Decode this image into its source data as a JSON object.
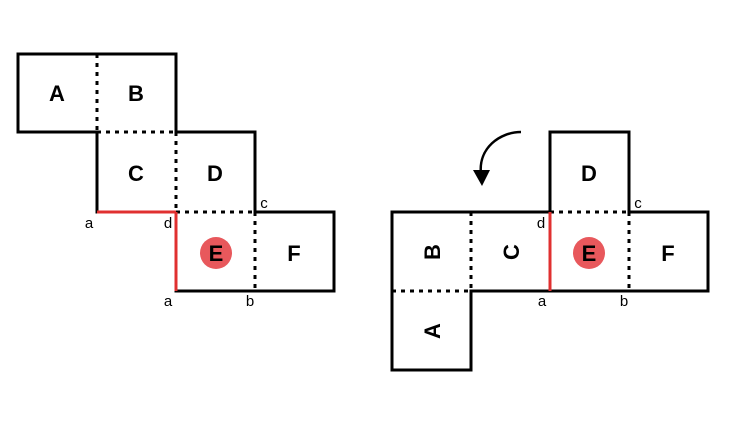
{
  "left_net": {
    "faces": {
      "a": "A",
      "b": "B",
      "c": "C",
      "d": "D",
      "e": "E",
      "f": "F"
    },
    "vertex_labels": {
      "a_top": "a",
      "d": "d",
      "c": "c",
      "a_bottom": "a",
      "b": "b"
    }
  },
  "right_net": {
    "faces": {
      "a": "A",
      "b": "B",
      "c": "C",
      "d": "D",
      "e": "E",
      "f": "F"
    },
    "vertex_labels": {
      "d": "d",
      "c": "c",
      "a": "a",
      "b": "b"
    }
  },
  "colors": {
    "highlight_edge": "#e03030",
    "highlight_circle": "#e8585c",
    "line": "#000000"
  },
  "icons": {
    "rotation_arrow": "curved-arrow-icon"
  }
}
